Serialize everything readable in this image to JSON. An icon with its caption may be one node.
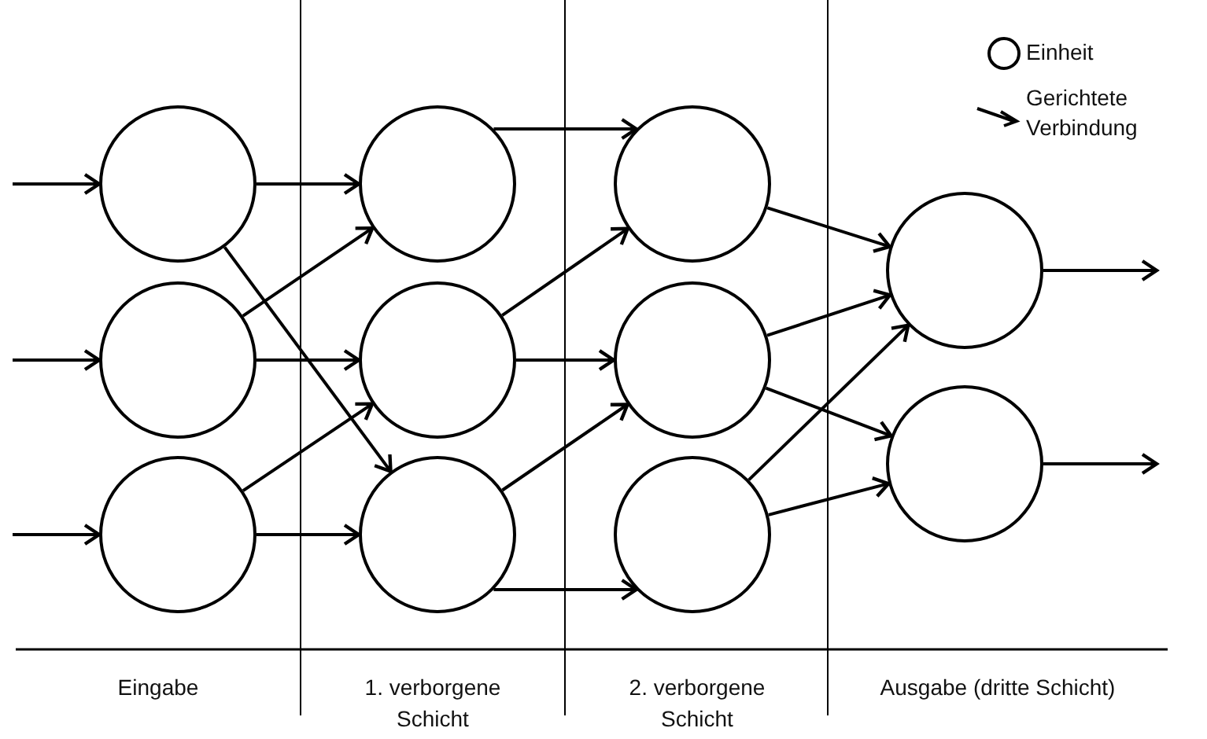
{
  "diagram": {
    "nodes": [
      {
        "text": [],
        "shape": "circle"
      },
      {
        "text": [],
        "shape": "circle"
      },
      {
        "text": [],
        "shape": "circle"
      },
      {
        "text": [],
        "shape": "circle"
      },
      {
        "text": [],
        "shape": "circle"
      },
      {
        "text": [],
        "shape": "circle"
      },
      {
        "text": [],
        "shape": "circle"
      },
      {
        "text": [],
        "shape": "circle"
      },
      {
        "text": [],
        "shape": "circle"
      },
      {
        "text": [],
        "shape": "circle"
      },
      {
        "text": [],
        "shape": "circle"
      }
    ],
    "edges": [
      {
        "from": null,
        "to": 0,
        "arrow": "to"
      },
      {
        "from": null,
        "to": 1,
        "arrow": "to"
      },
      {
        "from": null,
        "to": 2,
        "arrow": "to"
      },
      {
        "from": 0,
        "to": 3,
        "arrow": "to"
      },
      {
        "from": 0,
        "to": 5,
        "arrow": "to"
      },
      {
        "from": 1,
        "to": 3,
        "arrow": "to"
      },
      {
        "from": 1,
        "to": 4,
        "arrow": "to"
      },
      {
        "from": 2,
        "to": 4,
        "arrow": "to"
      },
      {
        "from": 2,
        "to": 5,
        "arrow": "to"
      },
      {
        "from": 3,
        "to": 6,
        "arrow": "to"
      },
      {
        "from": 4,
        "to": 6,
        "arrow": "to"
      },
      {
        "from": 4,
        "to": 7,
        "arrow": "to"
      },
      {
        "from": 5,
        "to": 7,
        "arrow": "to"
      },
      {
        "from": 5,
        "to": 8,
        "arrow": "to"
      },
      {
        "from": 6,
        "to": 9,
        "arrow": "to"
      },
      {
        "from": 7,
        "to": 9,
        "arrow": "to"
      },
      {
        "from": 7,
        "to": 10,
        "arrow": "to"
      },
      {
        "from": 8,
        "to": 9,
        "arrow": "to"
      },
      {
        "from": 8,
        "to": 10,
        "arrow": "to"
      },
      {
        "from": 9,
        "to": null,
        "arrow": "to"
      },
      {
        "from": 10,
        "to": null,
        "arrow": "to"
      }
    ],
    "labels": [
      "Eingabe",
      "1. verborgene Schicht",
      "2. verborgene Schicht",
      "Ausgabe (dritte Schicht)"
    ],
    "legend": [
      {
        "text": "Einheit"
      },
      {
        "text": "Gerichtete Verbindung"
      }
    ]
  }
}
